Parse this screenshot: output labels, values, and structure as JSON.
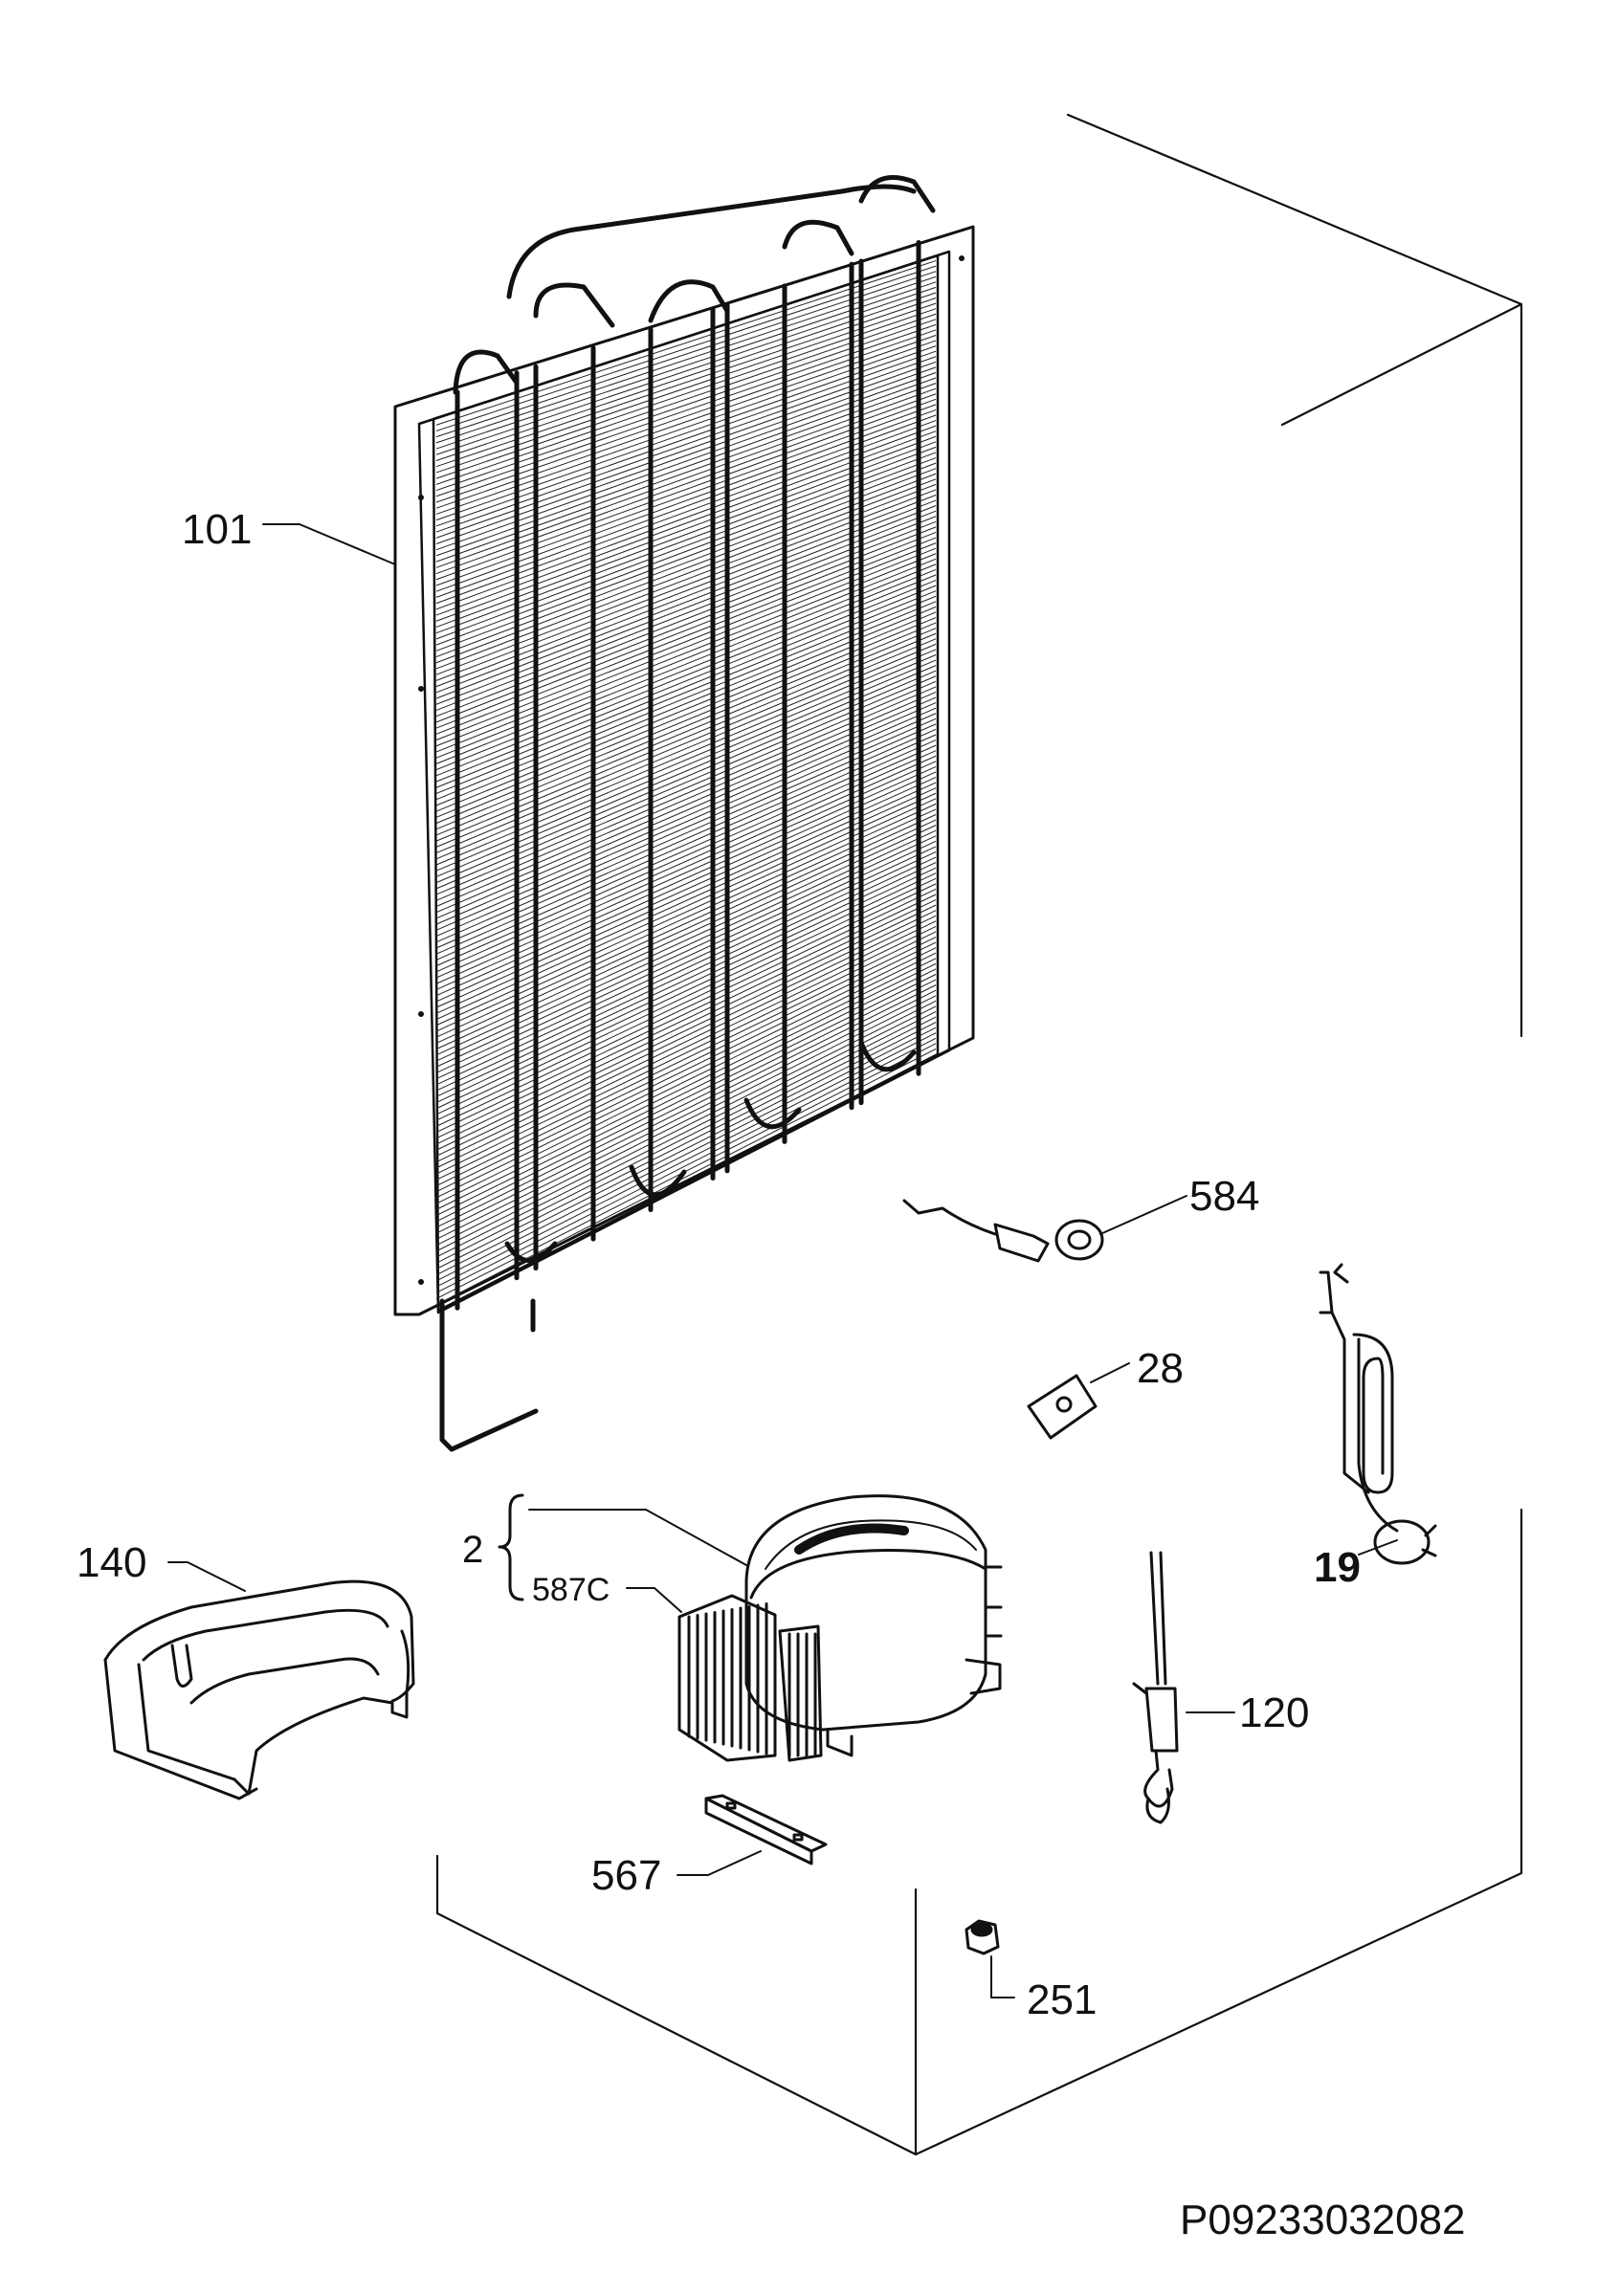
{
  "diagram": {
    "labels": {
      "condenser": "101",
      "drip_tray": "140",
      "compressor": "2",
      "starter_relay": "587C",
      "bracket_plate": "567",
      "grommet": "584",
      "clip": "28",
      "power_cord": "19",
      "thermal_sensor": "120",
      "nut": "251"
    },
    "drawing_code": "P09233032082"
  }
}
